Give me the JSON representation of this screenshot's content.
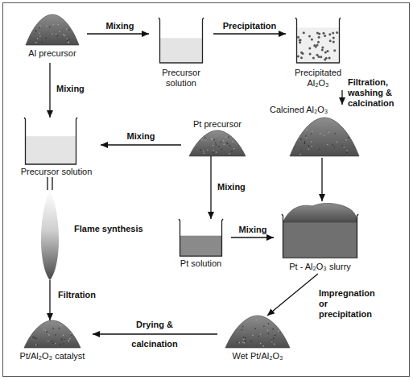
{
  "diagram": {
    "nodes": [
      {
        "text": [
          "Al precursor"
        ]
      },
      {
        "text": [
          "Precursor solution"
        ]
      },
      {
        "text": [
          "Precipitated Al₂O₃"
        ]
      },
      {
        "text": [
          "Calcined Al₂O₃"
        ]
      },
      {
        "text": [
          "Precursor solution"
        ]
      },
      {
        "text": [
          "Pt precursor"
        ]
      },
      {
        "text": [
          "Flame synthesis"
        ]
      },
      {
        "text": [
          "Pt solution"
        ]
      },
      {
        "text": [
          "Pt - Al₂O₃ slurry"
        ]
      },
      {
        "text": [
          "Wet Pt/Al₂O₃"
        ]
      },
      {
        "text": [
          "Pt/Al₂O₃ catalyst"
        ]
      }
    ],
    "edges": [
      {
        "from": 0,
        "to": 1,
        "arrow": "to",
        "label": "Mixing"
      },
      {
        "from": 1,
        "to": 2,
        "arrow": "to",
        "label": "Precipitation"
      },
      {
        "from": 2,
        "to": 3,
        "arrow": "to",
        "label": "Filtration, washing & calcination"
      },
      {
        "from": 0,
        "to": 4,
        "arrow": "to",
        "label": "Mixing"
      },
      {
        "from": 5,
        "to": 4,
        "arrow": "to",
        "label": "Mixing"
      },
      {
        "from": 5,
        "to": 7,
        "arrow": "to",
        "label": "Mixing"
      },
      {
        "from": 3,
        "to": 8,
        "arrow": "to"
      },
      {
        "from": 7,
        "to": 8,
        "arrow": "to",
        "label": "Mixing"
      },
      {
        "from": 4,
        "to": 6,
        "arrow": "none"
      },
      {
        "from": 6,
        "to": 10,
        "arrow": "to",
        "label": "Filtration"
      },
      {
        "from": 8,
        "to": 9,
        "arrow": "to",
        "label": "Impregnation or precipitation"
      },
      {
        "from": 9,
        "to": 10,
        "arrow": "to",
        "label": "Drying & calcination"
      }
    ]
  }
}
